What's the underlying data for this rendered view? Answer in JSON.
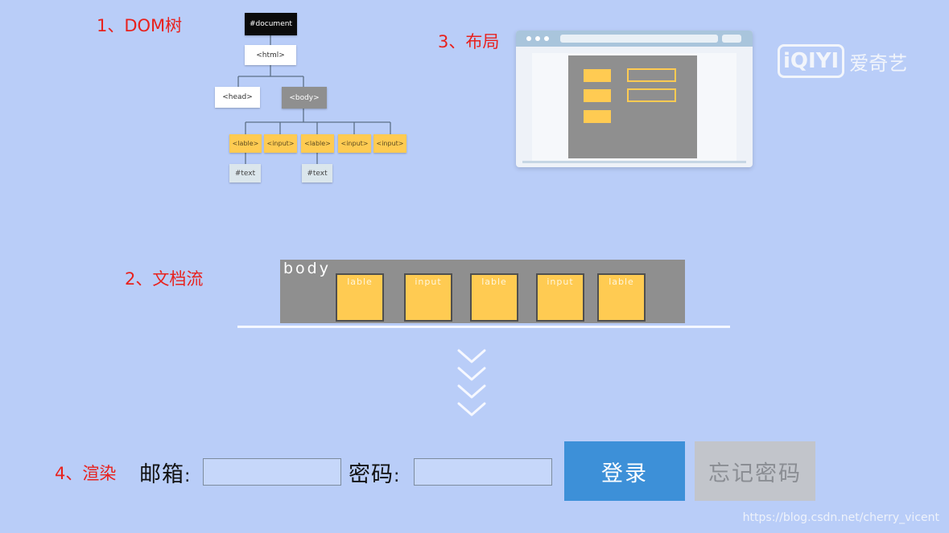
{
  "labels": {
    "dom_tree": "1、DOM树",
    "doc_flow": "2、文档流",
    "layout": "3、布局",
    "render": "4、渲染"
  },
  "dom_tree": {
    "document": "#document",
    "html": "<html>",
    "head": "<head>",
    "body": "<body>",
    "children": [
      "<lable>",
      "<input>",
      "<lable>",
      "<input>",
      "<input>"
    ],
    "texts": [
      "#text",
      "#text"
    ]
  },
  "flow": {
    "body_label": "body",
    "boxes": [
      "lable",
      "input",
      "lable",
      "input",
      "lable"
    ]
  },
  "form": {
    "email_label": "邮箱",
    "password_label": "密码",
    "colon": ":",
    "login_button": "登录",
    "forgot_button": "忘记密码"
  },
  "logo": {
    "mark": "iQIYI",
    "text": "爱奇艺"
  },
  "watermark": "https://blog.csdn.net/cherry_vicent",
  "colors": {
    "background": "#b9cdf8",
    "label_red": "#e8211d",
    "node_yellow": "#ffcb52",
    "node_grey": "#8f8f8f",
    "login_blue": "#3d90d8",
    "forgot_grey": "#c2c5cb"
  }
}
